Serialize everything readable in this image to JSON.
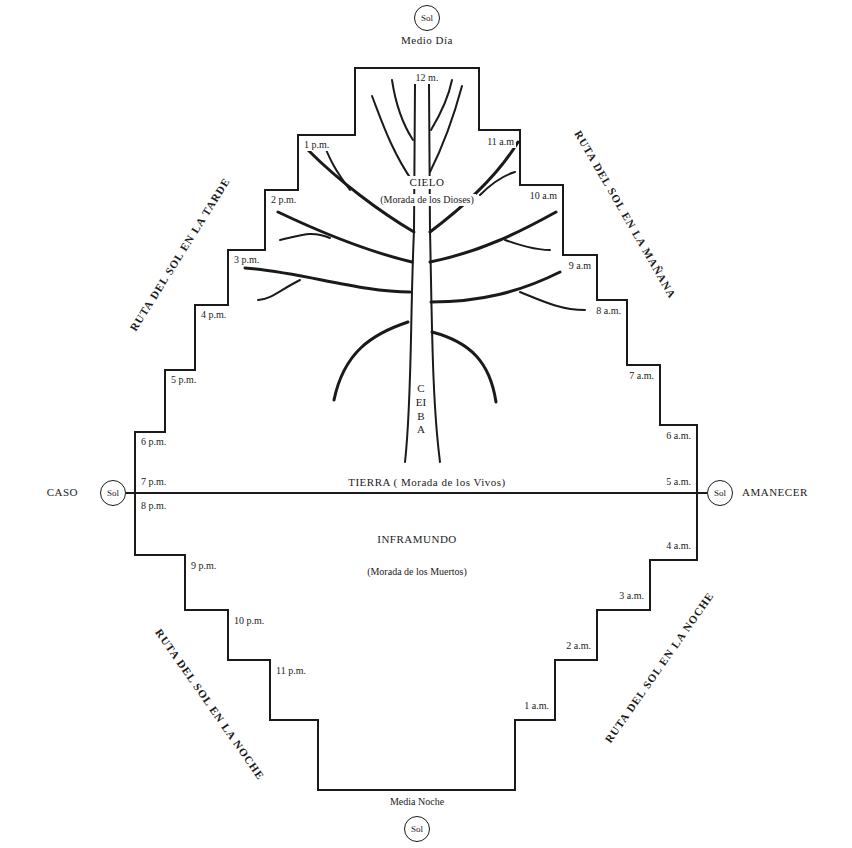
{
  "diagram": {
    "nodes": [
      {
        "text": [
          "Sol"
        ]
      },
      {
        "text": [
          "Sol"
        ]
      },
      {
        "text": [
          "Sol"
        ]
      },
      {
        "text": [
          "Sol"
        ]
      }
    ],
    "labels": [
      "Medio Día",
      "12 m.",
      "11 a.m",
      "10 a.m",
      "9 a.m",
      "8 a.m.",
      "7 a.m.",
      "6 a.m.",
      "5 a.m.",
      "1 p.m.",
      "2 p.m.",
      "3 p.m.",
      "4 p.m.",
      "5 p.m.",
      "6 p.m.",
      "7 p.m.",
      "CIELO",
      "(Morada de los Dioses)",
      "CEIBA",
      "TIERRA ( Morada de los Vivos)",
      "INFRAMUNDO",
      "(Morada de los Muertos)",
      "8 p.m.",
      "9 p.m.",
      "10 p.m.",
      "11 p.m.",
      "4 a.m.",
      "3 a.m.",
      "2 a.m.",
      "1 a.m.",
      "Media Noche",
      "CASO",
      "AMANECER",
      "RUTA DEL SOL EN LA TARDE",
      "RUTA DEL SOL EN LA MAÑANA",
      "RUTA DEL SOL EN LA NOCHE",
      "RUTA DEL SOL EN LA NOCHE"
    ]
  }
}
